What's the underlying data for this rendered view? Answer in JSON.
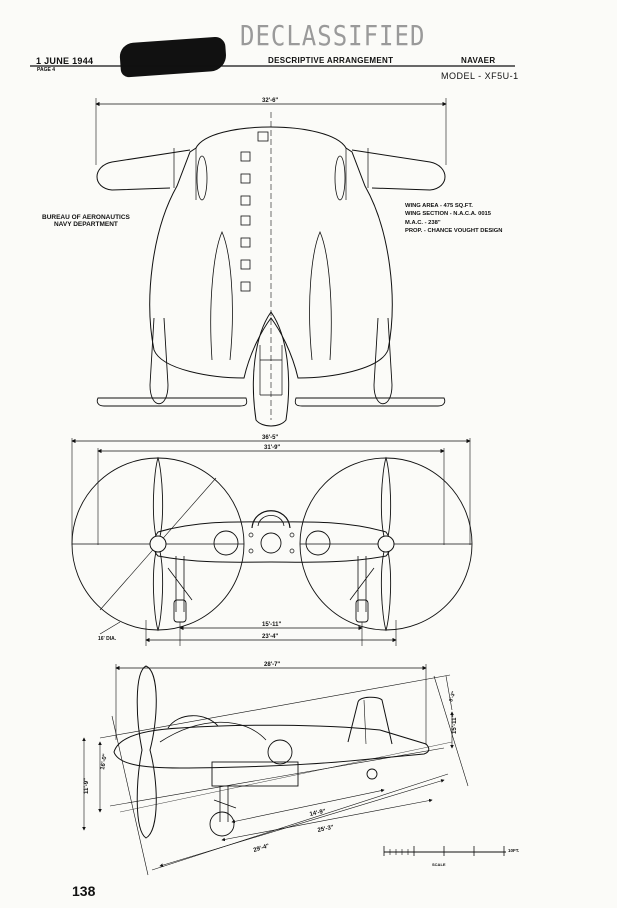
{
  "stamp": "DECLASSIFIED",
  "header": {
    "date": "1 JUNE 1944",
    "page": "PAGE 4",
    "title": "DESCRIPTIVE ARRANGEMENT",
    "agency": "NAVAER",
    "model": "MODEL - XF5U-1"
  },
  "bureau": {
    "line1": "BUREAU OF AERONAUTICS",
    "line2": "NAVY DEPARTMENT"
  },
  "specs": [
    "WING AREA - 475 SQ.FT.",
    "WING SECTION - N.A.C.A. 0015",
    "M.A.C. - 238\"",
    "PROP. - CHANCE VOUGHT DESIGN"
  ],
  "dimensions": {
    "span_top": "32'-6\"",
    "width_props": "36'-5\"",
    "width_inner": "31'-9\"",
    "prop_dia": "16' DIA.",
    "track": "15'-11\"",
    "gear_span": "23'-4\"",
    "length_total": "28'-7\"",
    "height_tail": "15'-11\"",
    "height_front": "16'-0\"",
    "height_left": "11'-9\"",
    "length_a": "14'-9\"",
    "length_b": "25'-3\"",
    "length_c": "29'-4\"",
    "tail_offset": "3'-3\""
  },
  "scale": {
    "label": "SCALE",
    "end": "10FT."
  },
  "footer": {
    "number": "138"
  }
}
